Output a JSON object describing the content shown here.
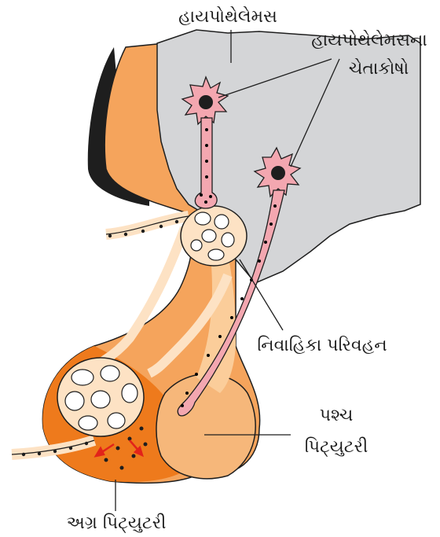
{
  "labels": {
    "hypothalamus": "હાયપોથેલેમસ",
    "neurons_line1": "હાયપોથેલેમસના",
    "neurons_line2": "ચેતાકોષો",
    "portal": "નિવાહિકા પરિવહન",
    "posterior_line1": "પશ્ચ",
    "posterior_line2": "પિટ્યુટરી",
    "anterior": "અગ્ર પિટ્યુટરી"
  },
  "colors": {
    "hypothalamus": "#d4d5d7",
    "tissue_orange": "#f5a45c",
    "tissue_dark": "#ee7a1c",
    "tissue_light": "#fbcd9a",
    "pale_vessel": "#fde2c4",
    "neuron_pink": "#f3a7b0",
    "outline": "#1e1e1e",
    "arrow_red": "#e2231a"
  }
}
